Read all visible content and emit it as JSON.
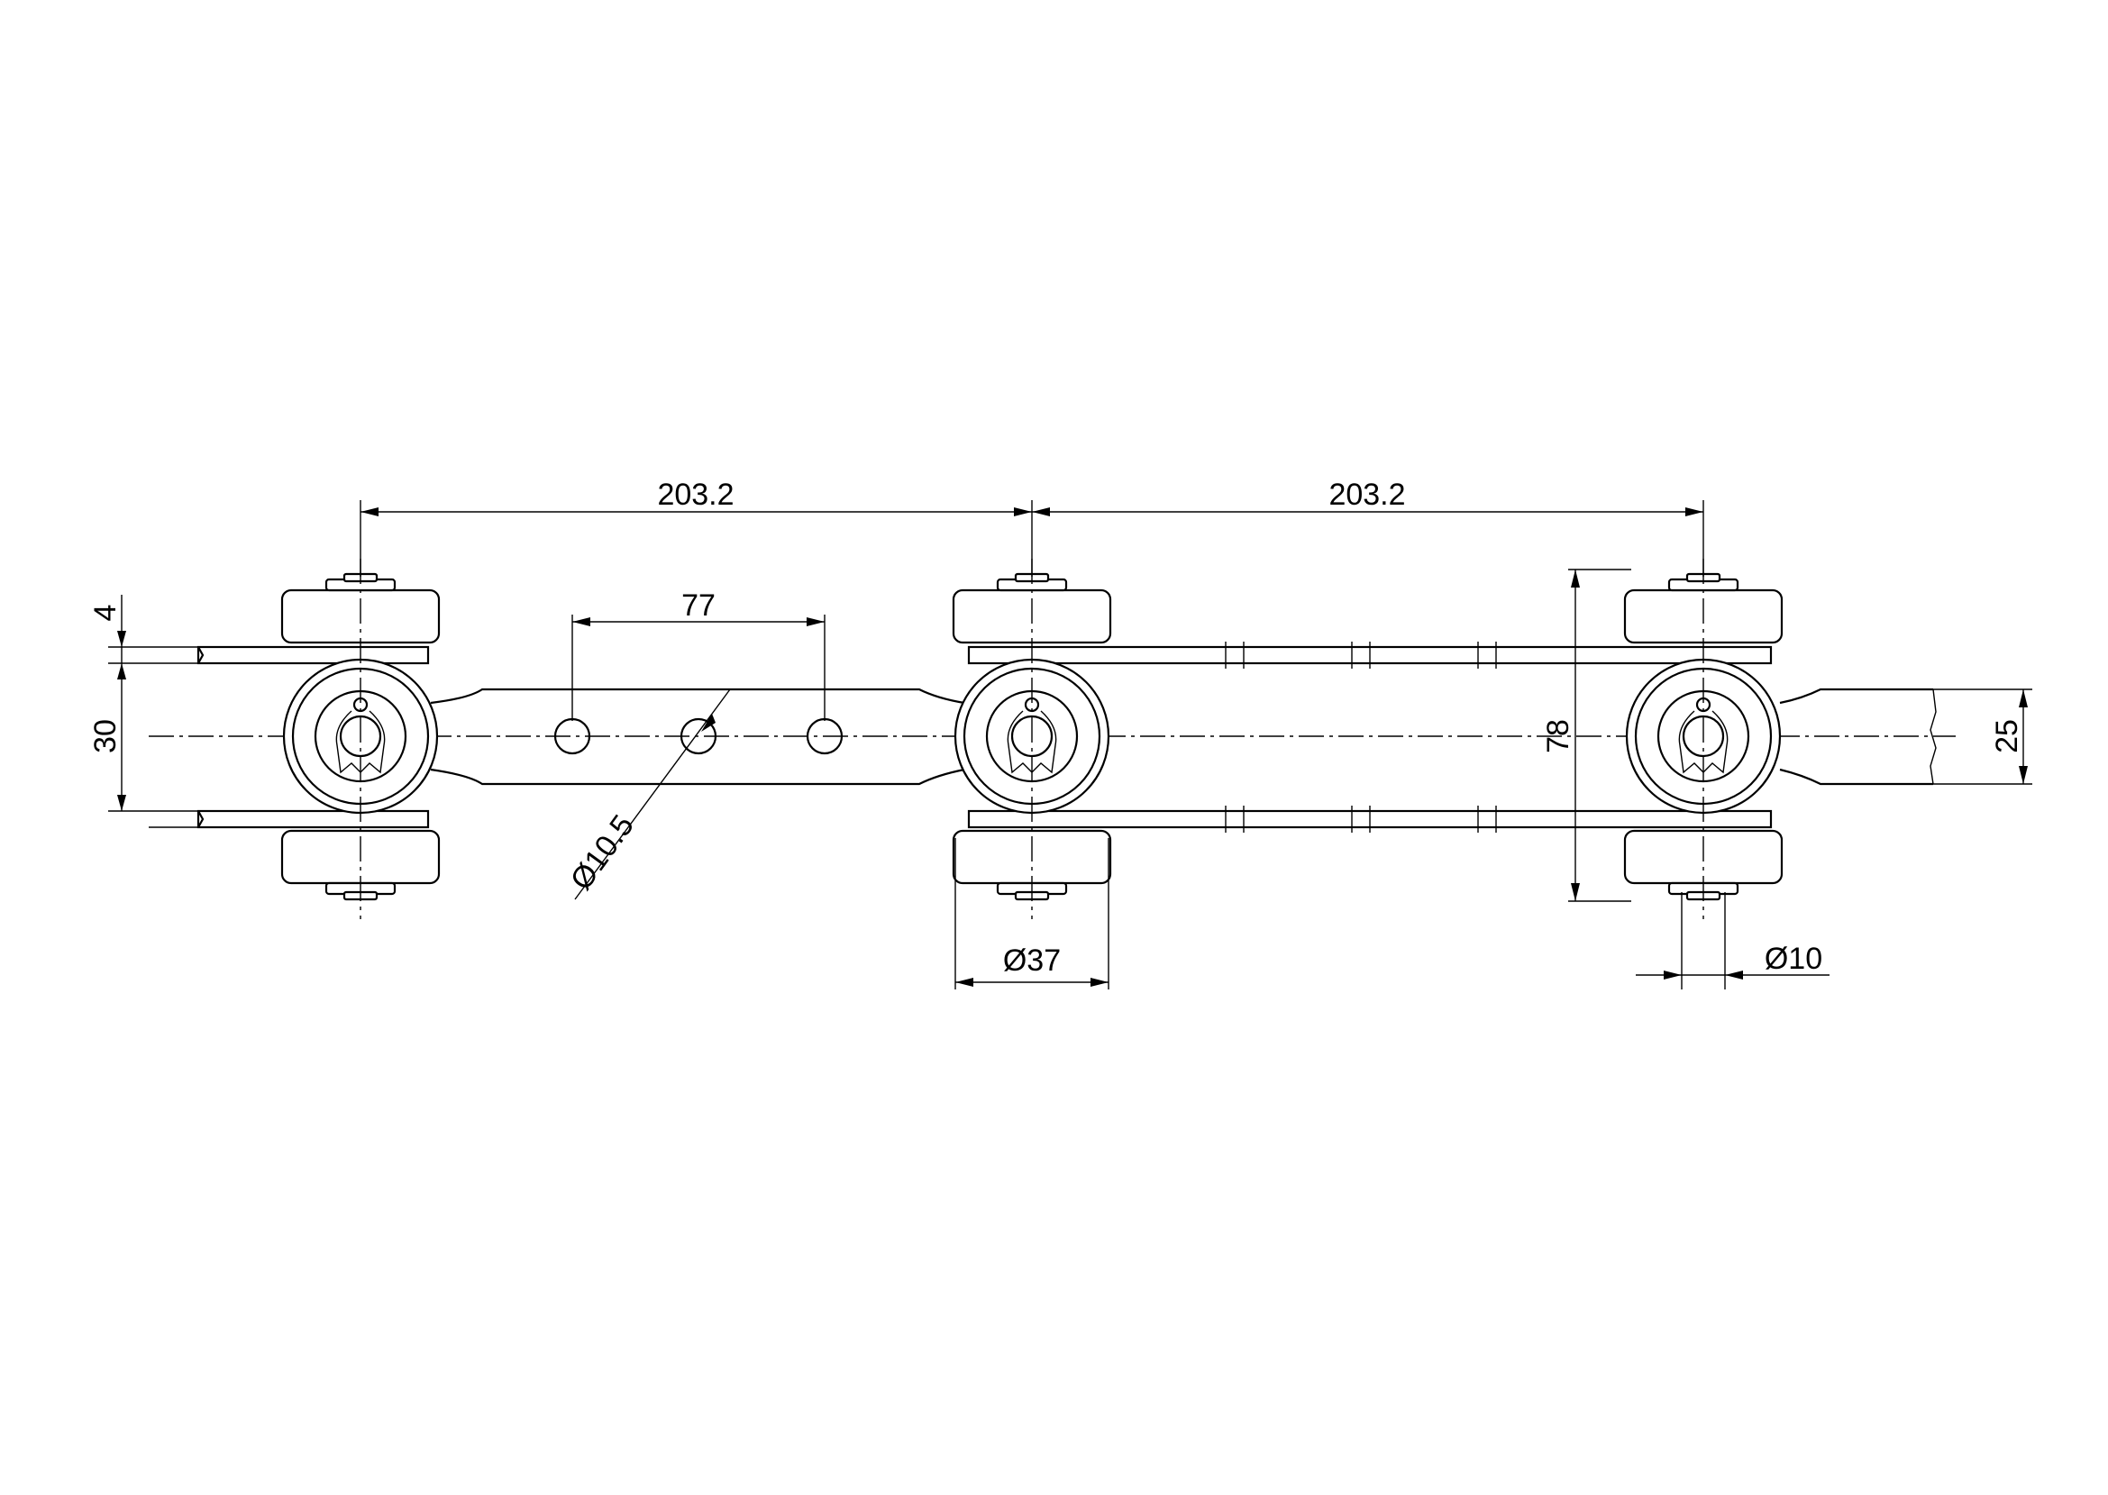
{
  "drawing": {
    "subject": "roller-chain-link-side-view",
    "dimensions": {
      "pitch_left": "203.2",
      "pitch_right": "203.2",
      "hole_spacing": "77",
      "hole_diameter": "Ø10.5",
      "plate_thickness": "4",
      "plate_height": "30",
      "overall_width": "78",
      "bar_height": "25",
      "roller_diameter": "Ø37",
      "pin_diameter": "Ø10"
    }
  }
}
